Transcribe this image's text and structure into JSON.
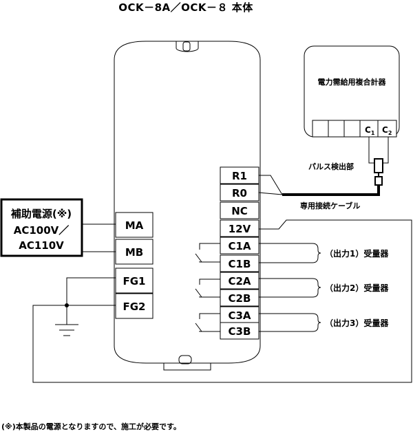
{
  "title": "OCK－8A／OCK－８ 本体",
  "meter": {
    "label": "電力需給用複合計器",
    "terminal_c1": "C",
    "terminal_c1_sub": "1",
    "terminal_c2": "C",
    "terminal_c2_sub": "2"
  },
  "pulse_detector_label": "パルス検出部",
  "cable_label": "専用接続ケーブル",
  "aux_power": {
    "line1": "補助電源(※)",
    "line2": "AC100V／",
    "line3": "AC110V"
  },
  "left_terminals": [
    "MA",
    "MB",
    "FG1",
    "FG2"
  ],
  "right_terminals": [
    "R1",
    "R0",
    "NC",
    "12V",
    "C1A",
    "C1B",
    "C2A",
    "C2B",
    "C3A",
    "C3B"
  ],
  "outputs": [
    "（出力1）受量器",
    "（出力2）受量器",
    "（出力3）受量器"
  ],
  "footnote": "(※)本製品の電源となりますので、施工が必要です。"
}
